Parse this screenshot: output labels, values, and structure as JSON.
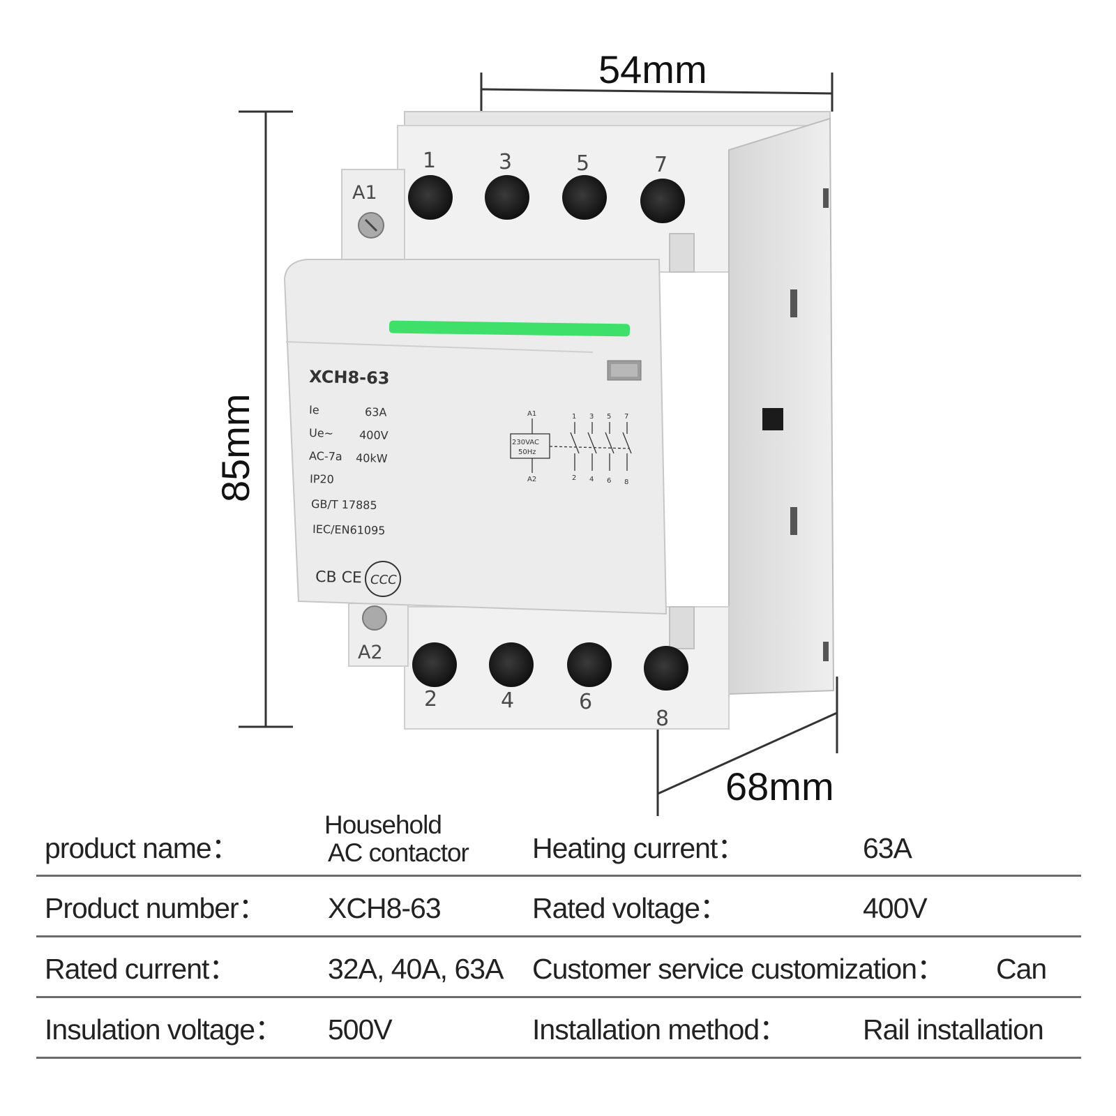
{
  "dimensions": {
    "width": "54mm",
    "height": "85mm",
    "depth": "68mm"
  },
  "device": {
    "model": "XCH8-63",
    "specs": [
      {
        "label": "Ie",
        "value": "63A"
      },
      {
        "label": "Ue~",
        "value": "400V"
      },
      {
        "label": "AC-7a",
        "value": "40kW"
      }
    ],
    "ip_rating": "IP20",
    "standard_1": "GB/T 17885",
    "standard_2": "IEC/EN61095",
    "certifications": "CB CE",
    "ccc_mark": "CCC",
    "coil_voltage": "230VAC",
    "coil_freq": "50Hz",
    "coil_top": "A1",
    "coil_bottom": "A2",
    "terminals_top": [
      "1",
      "3",
      "5",
      "7"
    ],
    "terminals_bottom": [
      "2",
      "4",
      "6",
      "8"
    ],
    "terminal_a1": "A1",
    "terminal_a2": "A2",
    "colors": {
      "body": "#ececec",
      "indicator": "#3ee06a",
      "label_text": "#333333"
    }
  },
  "spec_table": [
    {
      "label_left": "product name：",
      "value_left_line1": "Household",
      "value_left_line2": "AC contactor",
      "label_right": "Heating current：",
      "value_right": "63A"
    },
    {
      "label_left": "Product number：",
      "value_left": "XCH8-63",
      "label_right": "Rated voltage：",
      "value_right": "400V"
    },
    {
      "label_left": "Rated current：",
      "value_left": "32A, 40A, 63A",
      "label_right": "Customer service customization：",
      "value_right": "Can"
    },
    {
      "label_left": "Insulation voltage：",
      "value_left": "500V",
      "label_right": "Installation method：",
      "value_right": "Rail installation"
    }
  ]
}
